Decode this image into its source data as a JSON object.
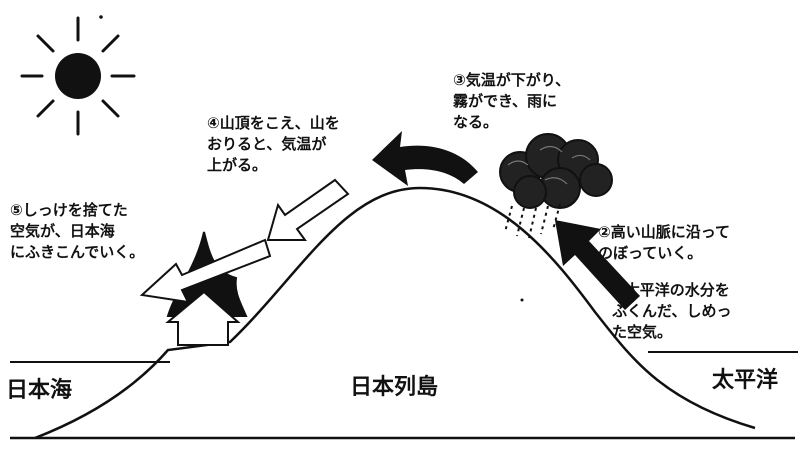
{
  "labels": {
    "step1": "①太平洋の水分を\nふくんだ、しめっ\nた空気。",
    "step2": "②高い山脈に沿って\nのぼっていく。",
    "step3": "③気温が下がり、\n霧ができ、雨に\nなる。",
    "step4": "④山頂をこえ、山を\nおりると、気温が\n上がる。",
    "step5": "⑤しっけを捨てた\n空気が、日本海\nにふきこんでいく。",
    "sea_japan": "日本海",
    "islands": "日本列島",
    "pacific": "太平洋"
  },
  "colors": {
    "ink": "#111111",
    "paper": "#ffffff"
  },
  "icons": {
    "sun": "sun-icon",
    "cloud": "rain-cloud-icon",
    "fire": "flame-icon"
  }
}
